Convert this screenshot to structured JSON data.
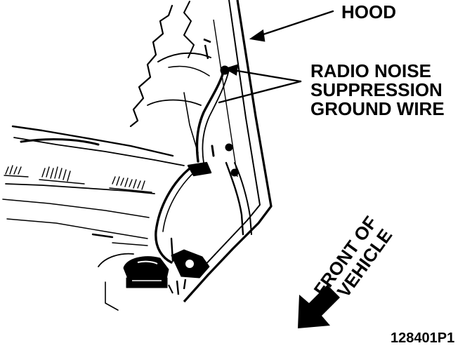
{
  "diagram": {
    "callouts": {
      "hood": "HOOD",
      "ground_wire": [
        "RADIO NOISE",
        "SUPPRESSION",
        "GROUND WIRE"
      ],
      "direction_line1": "FRONT OF",
      "direction_line2": "VEHICLE"
    },
    "figure_code": "128401P1",
    "colors": {
      "ink": "#000000",
      "paper": "#ffffff"
    }
  }
}
